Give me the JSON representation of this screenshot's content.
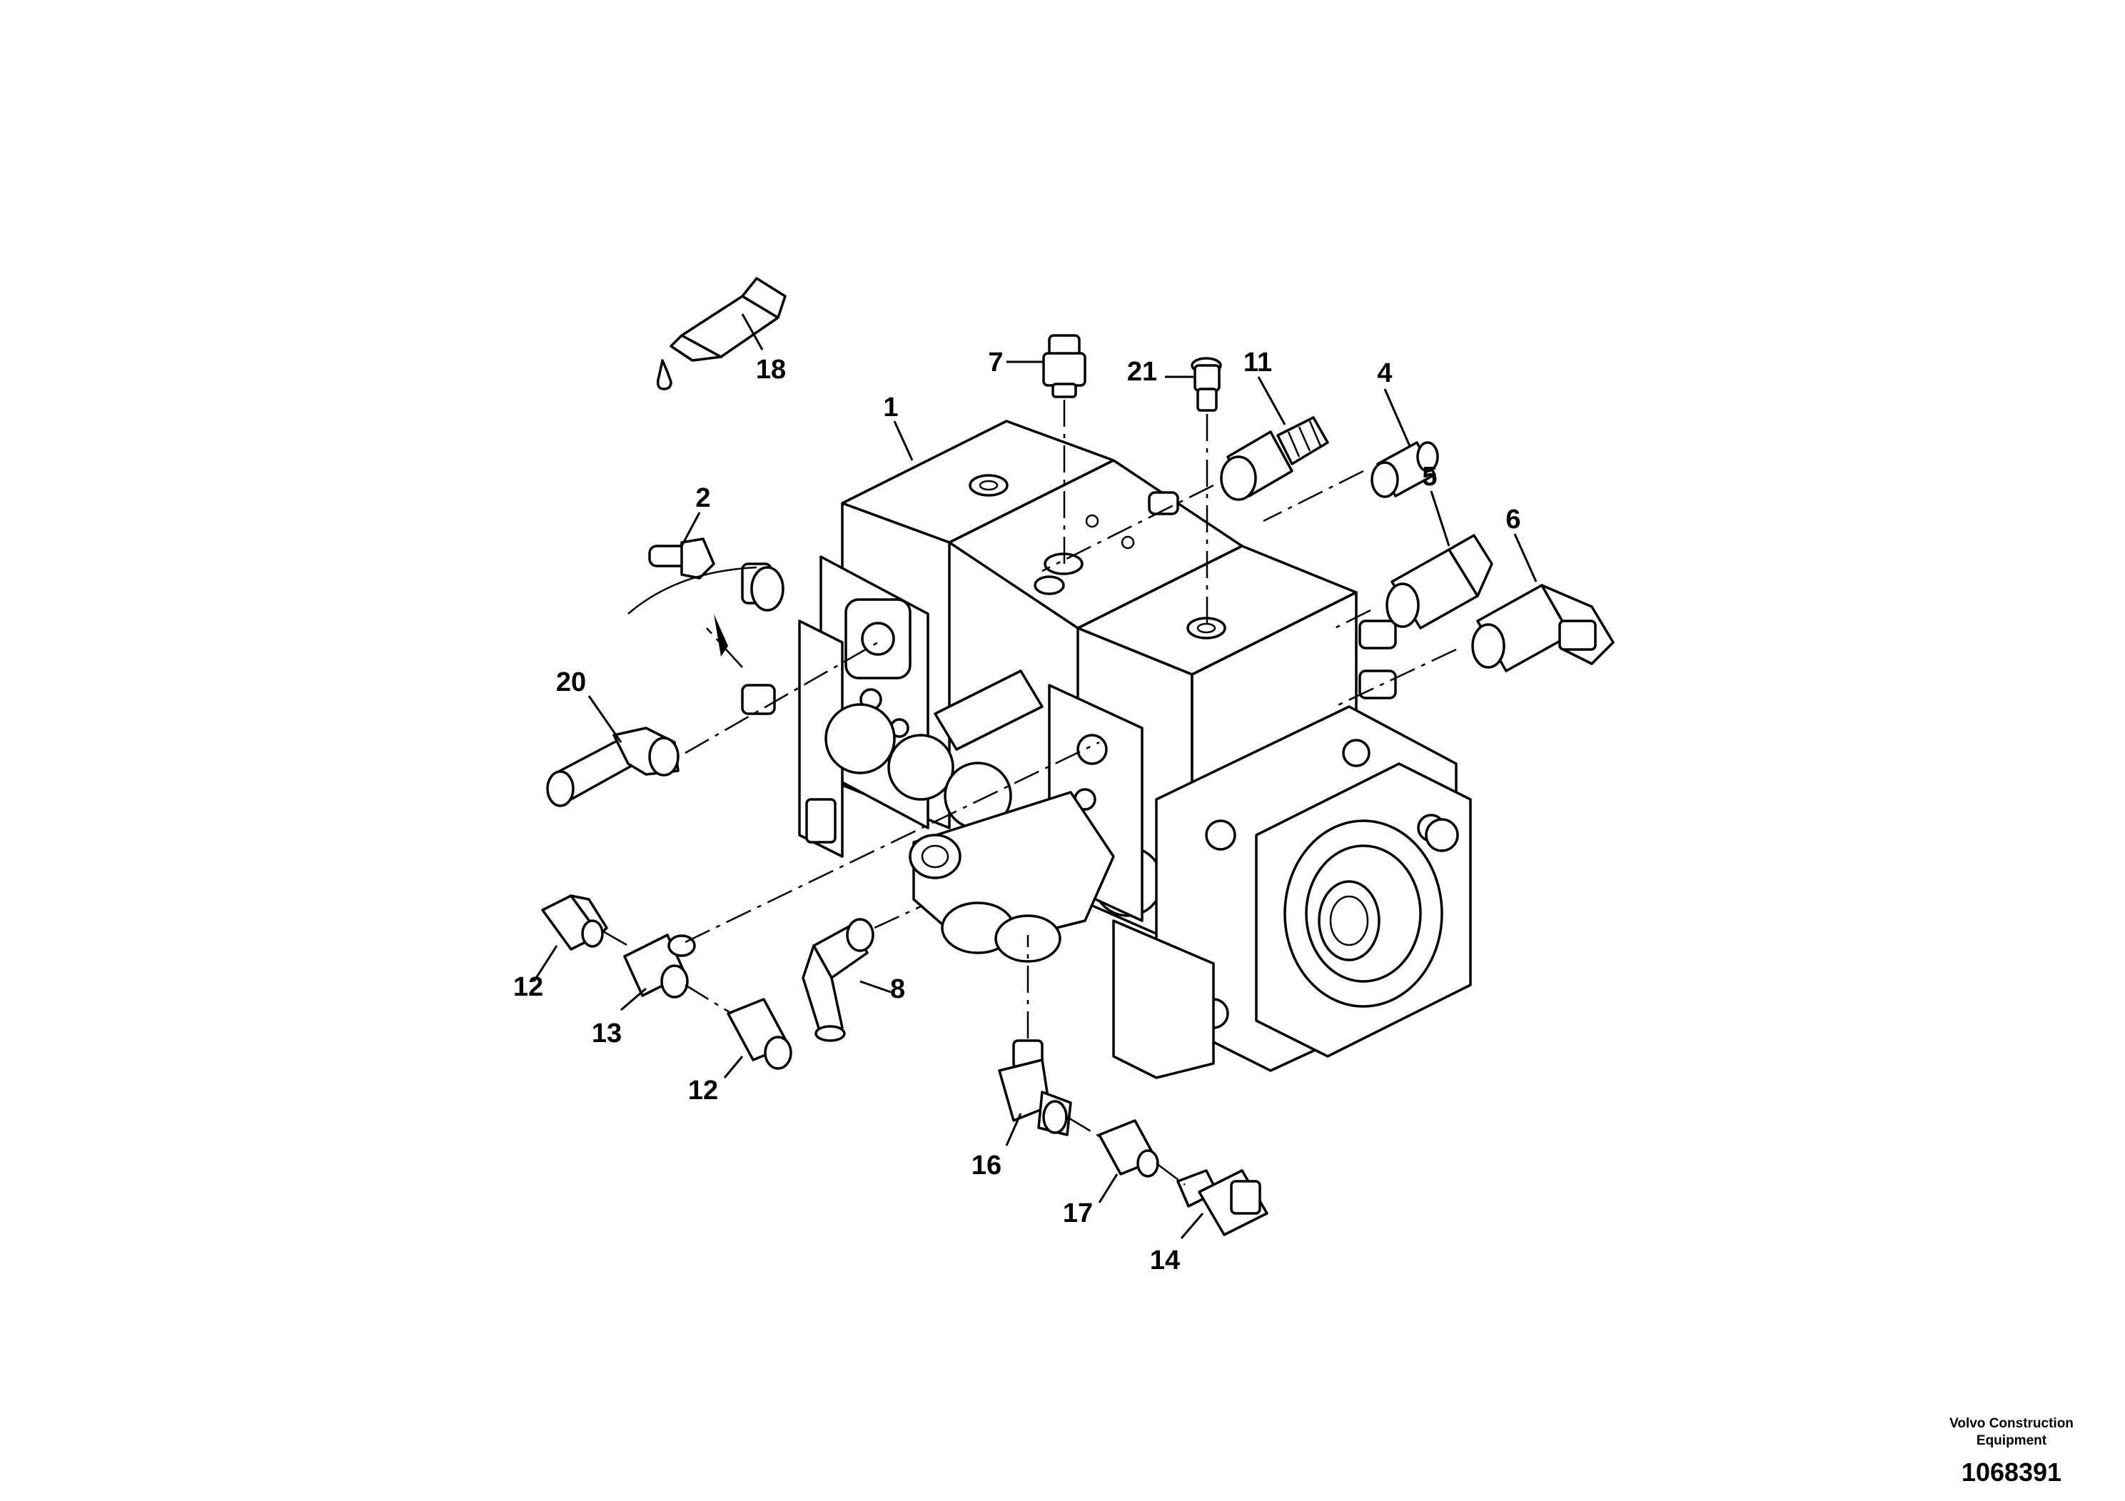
{
  "callouts": [
    {
      "id": "1",
      "text": "1"
    },
    {
      "id": "2",
      "text": "2"
    },
    {
      "id": "4",
      "text": "4"
    },
    {
      "id": "5",
      "text": "5"
    },
    {
      "id": "6",
      "text": "6"
    },
    {
      "id": "7",
      "text": "7"
    },
    {
      "id": "8",
      "text": "8"
    },
    {
      "id": "11",
      "text": "11"
    },
    {
      "id": "12a",
      "text": "12"
    },
    {
      "id": "12b",
      "text": "12"
    },
    {
      "id": "13",
      "text": "13"
    },
    {
      "id": "14",
      "text": "14"
    },
    {
      "id": "16",
      "text": "16"
    },
    {
      "id": "17",
      "text": "17"
    },
    {
      "id": "18",
      "text": "18"
    },
    {
      "id": "20",
      "text": "20"
    },
    {
      "id": "21",
      "text": "21"
    }
  ],
  "credit": {
    "line1": "Volvo Construction",
    "line2": "Equipment",
    "number": "1068391"
  }
}
